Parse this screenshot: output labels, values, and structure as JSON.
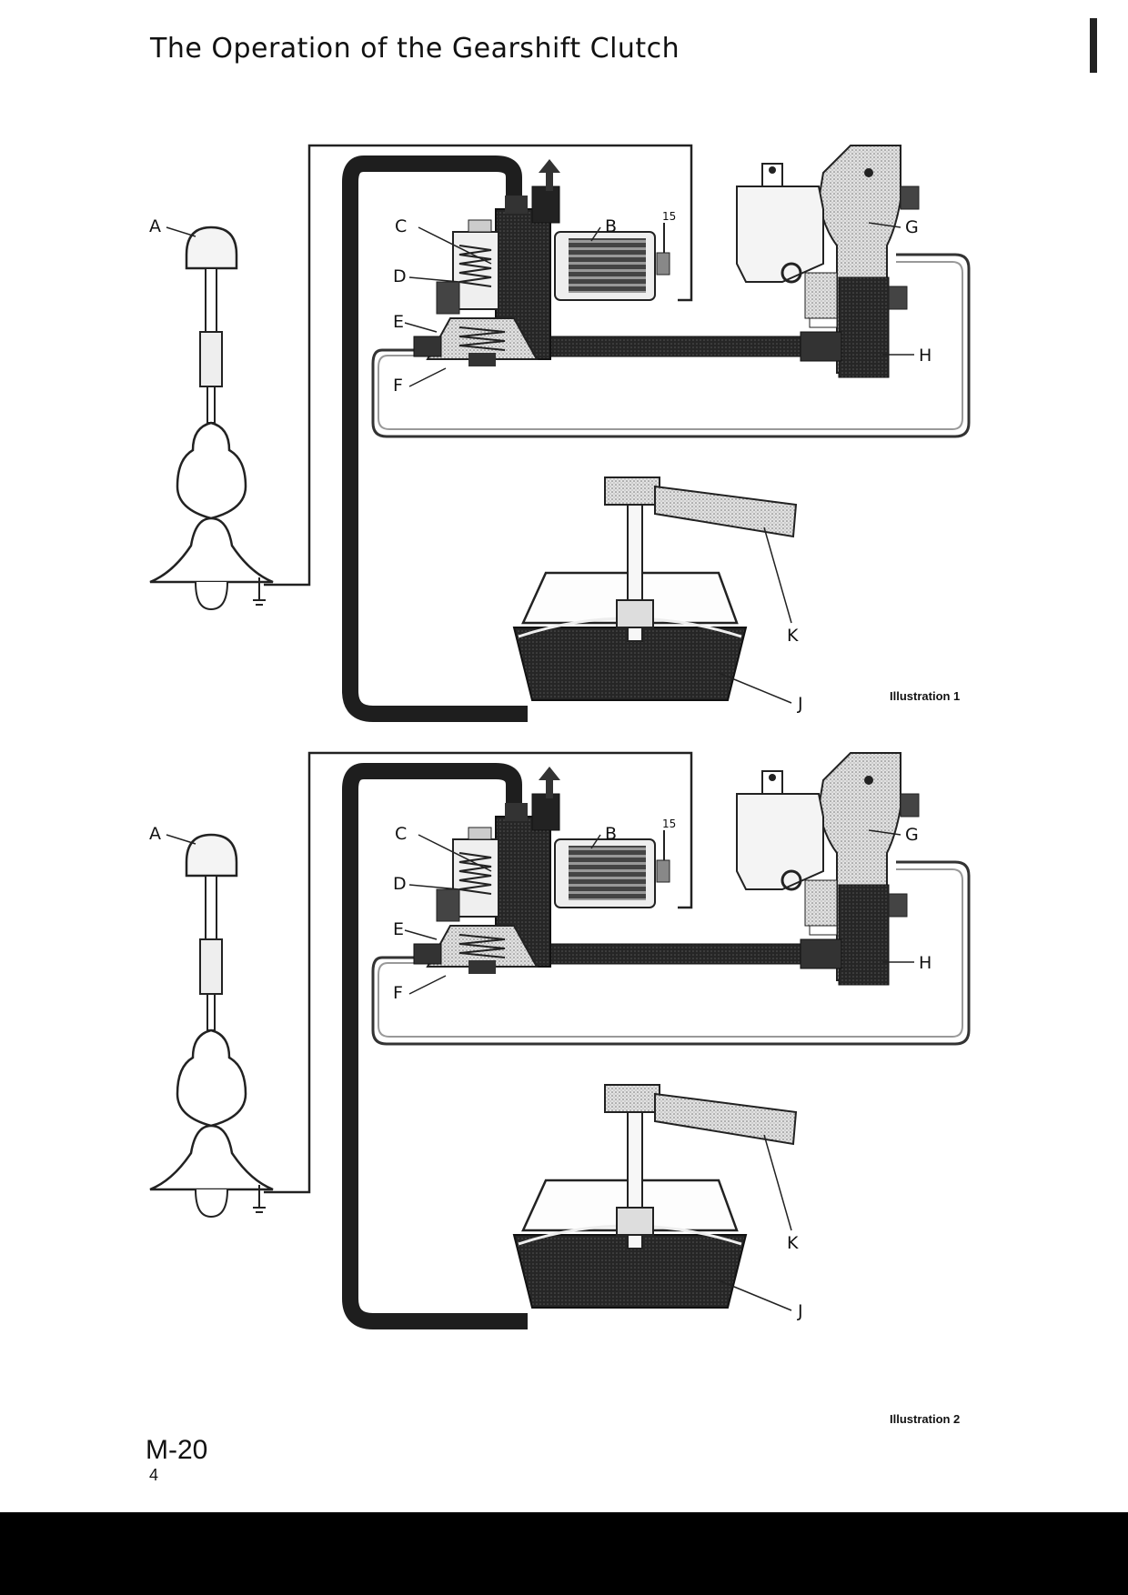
{
  "title": "The Operation of the Gearshift Clutch",
  "figures": [
    {
      "caption": "Illustration 1",
      "labels": {
        "A": "A",
        "B": "B",
        "C": "C",
        "D": "D",
        "E": "E",
        "F": "F",
        "G": "G",
        "H": "H",
        "J": "J",
        "K": "K"
      },
      "terminal": "15"
    },
    {
      "caption": "Illustration 2",
      "labels": {
        "A": "A",
        "B": "B",
        "C": "C",
        "D": "D",
        "E": "E",
        "F": "F",
        "G": "G",
        "H": "H",
        "J": "J",
        "K": "K"
      },
      "terminal": "15"
    }
  ],
  "footer": {
    "code": "M-20",
    "page": "4"
  },
  "colors": {
    "ink": "#111111",
    "shade": "#3a3a3a",
    "stipple": "#bdbdbd",
    "bar": "#000000"
  }
}
